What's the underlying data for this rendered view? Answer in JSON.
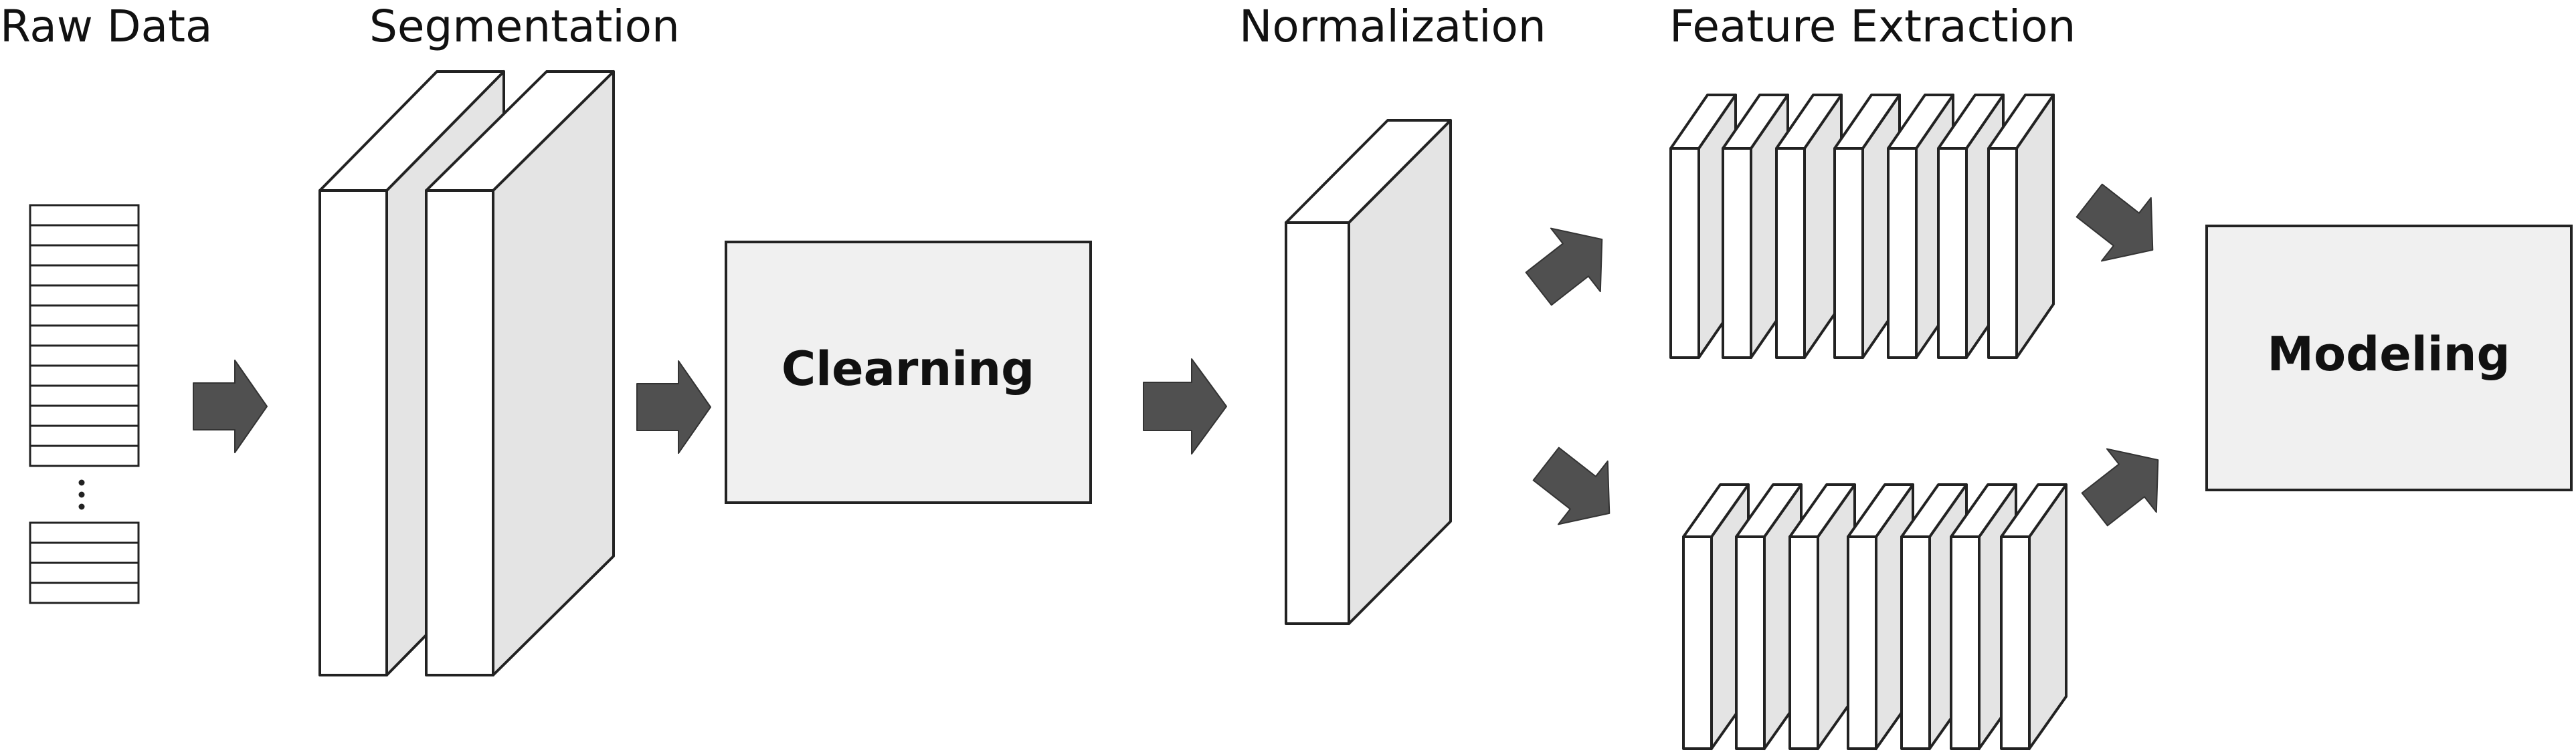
{
  "headers": {
    "raw_data": "Raw Data",
    "segmentation": "Segmentation",
    "normalization": "Normalization",
    "feature_extraction": "Feature Extraction"
  },
  "boxes": {
    "cleaning": "Clearning",
    "modeling": "Modeling"
  },
  "colors": {
    "arrow": "#505050",
    "box_fill": "#f0f0f0",
    "slab_side": "#e4e4e4"
  }
}
